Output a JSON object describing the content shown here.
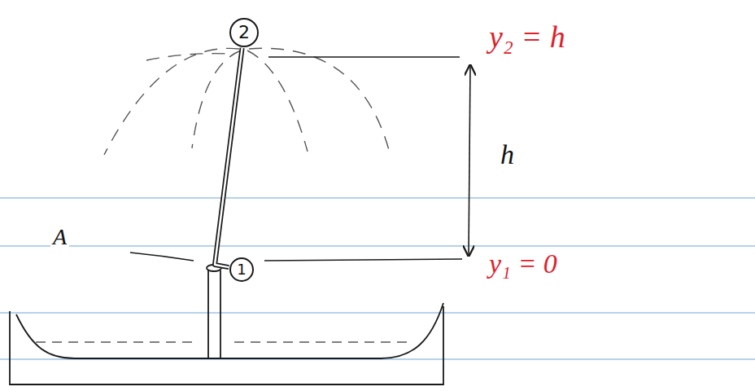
{
  "diagram": {
    "nodes": [
      {
        "text": [
          "2"
        ]
      },
      {
        "text": [
          "1"
        ]
      }
    ],
    "edges": [
      {
        "from": 1,
        "to": 0,
        "arrow": "none"
      }
    ],
    "labels": [
      "y₂ = h",
      "h",
      "A",
      "y₁ = 0"
    ]
  }
}
